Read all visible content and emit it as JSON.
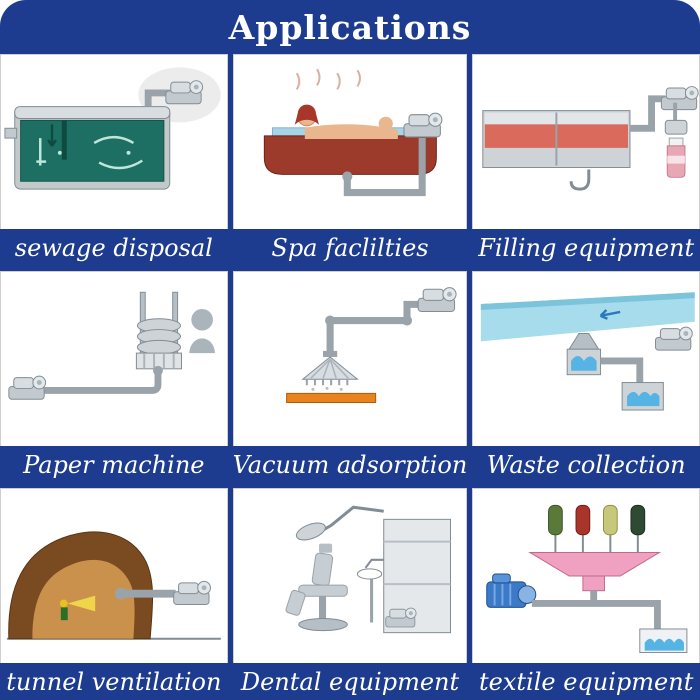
{
  "theme": {
    "navy": "#1d3c8f",
    "caption_text_color": "#ffffff"
  },
  "header": {
    "title": "Applications"
  },
  "grid": {
    "items": [
      {
        "label": "sewage disposal",
        "image": "sewage-disposal-illustration"
      },
      {
        "label": "Spa faclilties",
        "image": "spa-facilities-illustration"
      },
      {
        "label": "Filling equipment",
        "image": "filling-equipment-illustration"
      },
      {
        "label": "Paper machine",
        "image": "paper-machine-illustration"
      },
      {
        "label": "Vacuum adsorption",
        "image": "vacuum-adsorption-illustration"
      },
      {
        "label": "Waste collection",
        "image": "waste-collection-illustration"
      },
      {
        "label": "tunnel ventilation",
        "image": "tunnel-ventilation-illustration"
      },
      {
        "label": "Dental equipment",
        "image": "dental-equipment-illustration"
      },
      {
        "label": "textile equipment",
        "image": "textile-equipment-illustration"
      }
    ]
  }
}
